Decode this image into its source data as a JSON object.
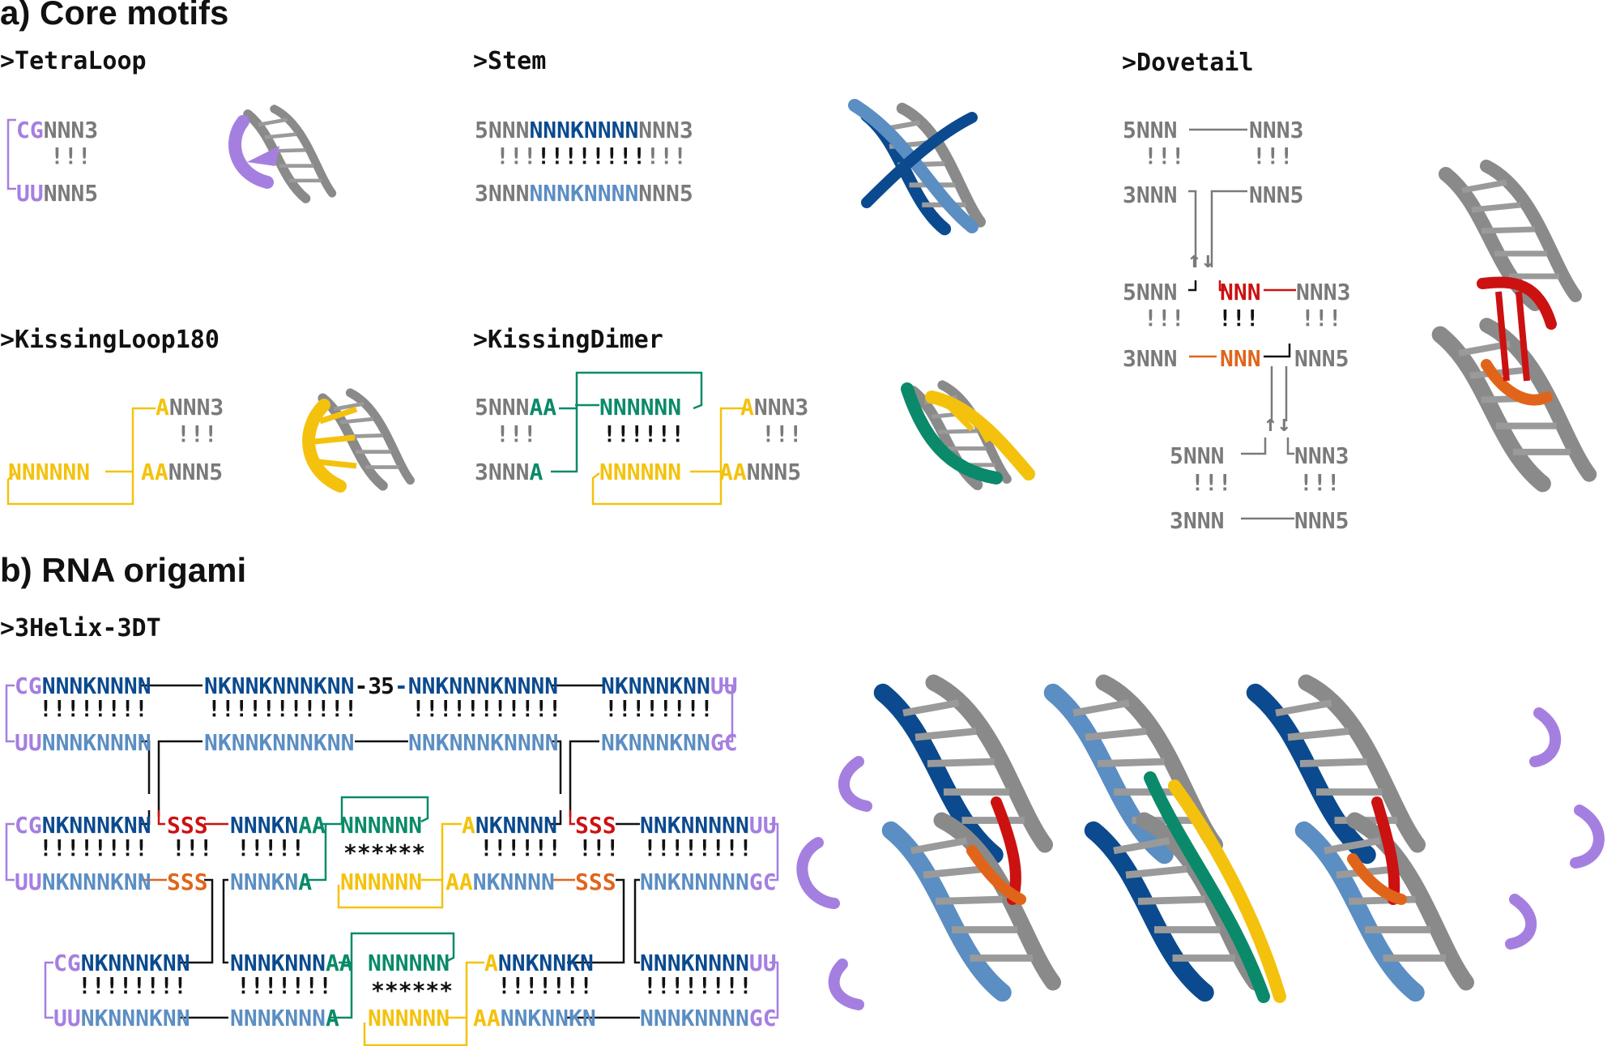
{
  "colors": {
    "grey": "#7a7a7a",
    "purple": "#a57fe0",
    "dark_blue": "#0b4a8e",
    "light_blue": "#5b8ec3",
    "green": "#0a8a6a",
    "yellow": "#f4c20d",
    "red": "#cc1111",
    "orange": "#e0651a",
    "black": "#111111"
  },
  "section_a": {
    "title": "a) Core motifs",
    "motifs": {
      "tetraloop": ">TetraLoop",
      "stem": ">Stem",
      "dovetail": ">Dovetail",
      "kissingloop": ">KissingLoop180",
      "kissingdimer": ">KissingDimer"
    }
  },
  "section_b": {
    "title": "b) RNA origami",
    "motif": ">3Helix-3DT"
  },
  "rendered_structures": [
    {
      "motif": "tetraloop",
      "icon": "rna-3d-structure"
    },
    {
      "motif": "stem",
      "icon": "rna-3d-structure"
    },
    {
      "motif": "kissingloop",
      "icon": "rna-3d-structure"
    },
    {
      "motif": "kissingdimer",
      "icon": "rna-3d-structure"
    },
    {
      "motif": "dovetail",
      "icon": "rna-3d-structure"
    },
    {
      "motif": "3helix",
      "icon": "rna-origami-3d-structure"
    }
  ],
  "seq": {
    "tl_top": [
      [
        "CG",
        "purple"
      ],
      [
        "NNN3",
        "grey"
      ]
    ],
    "tl_bot": [
      [
        "UU",
        "purple"
      ],
      [
        "NNN5",
        "grey"
      ]
    ],
    "tl_pairs": [
      [
        "!!!",
        "grey"
      ]
    ],
    "stem_top": [
      [
        "5NNN",
        "grey"
      ],
      [
        "NNNKNNNN",
        "dark_blue"
      ],
      [
        "NNN3",
        "grey"
      ]
    ],
    "stem_pairs": [
      [
        "!!!",
        "grey"
      ],
      [
        "!!!!!!!!",
        "black"
      ],
      [
        "!!!",
        "grey"
      ]
    ],
    "stem_bot": [
      [
        "3NNN",
        "grey"
      ],
      [
        "NNNKNNNN",
        "light_blue"
      ],
      [
        "NNN5",
        "grey"
      ]
    ],
    "kl_top": [
      [
        "A",
        "yellow"
      ],
      [
        "NNN3",
        "grey"
      ]
    ],
    "kl_pairs": [
      [
        "!!!",
        "grey"
      ]
    ],
    "kl_bot_a": [
      [
        "NNNNNN",
        "yellow"
      ]
    ],
    "kl_bot_b": [
      [
        "AA",
        "yellow"
      ],
      [
        "NNN5",
        "grey"
      ]
    ],
    "kd_top_l": [
      [
        "5NNN",
        "grey"
      ],
      [
        "AA",
        "green"
      ]
    ],
    "kd_top_m": [
      [
        "NNNNNN",
        "green"
      ]
    ],
    "kd_top_r": [
      [
        "A",
        "yellow"
      ],
      [
        "NNN3",
        "grey"
      ]
    ],
    "kd_pairs_l": [
      [
        "!!!",
        "grey"
      ]
    ],
    "kd_pairs_m": [
      [
        "!!!!!!",
        "black"
      ]
    ],
    "kd_pairs_r": [
      [
        "!!!",
        "grey"
      ]
    ],
    "kd_bot_l": [
      [
        "3NNN",
        "grey"
      ],
      [
        "A",
        "green"
      ]
    ],
    "kd_bot_m": [
      [
        "NNNNNN",
        "yellow"
      ]
    ],
    "kd_bot_r": [
      [
        "AA",
        "yellow"
      ],
      [
        "NNN5",
        "grey"
      ]
    ],
    "dt_r1_l": [
      [
        "5NNN",
        "grey"
      ]
    ],
    "dt_r1_r": [
      [
        "NNN3",
        "grey"
      ]
    ],
    "dt_p1_l": [
      [
        "!!!",
        "grey"
      ]
    ],
    "dt_p1_r": [
      [
        "!!!",
        "grey"
      ]
    ],
    "dt_r2_l": [
      [
        "3NNN",
        "grey"
      ]
    ],
    "dt_r2_r": [
      [
        "NNN5",
        "grey"
      ]
    ],
    "dt_arrows1": [
      [
        "↑↓",
        "grey"
      ]
    ],
    "dt_r3_l": [
      [
        "5NNN",
        "grey"
      ]
    ],
    "dt_r3_m": [
      [
        "NNN",
        "red"
      ]
    ],
    "dt_r3_r": [
      [
        "NNN3",
        "grey"
      ]
    ],
    "dt_p3_l": [
      [
        "!!!",
        "grey"
      ]
    ],
    "dt_p3_m": [
      [
        "!!!",
        "black"
      ]
    ],
    "dt_p3_r": [
      [
        "!!!",
        "grey"
      ]
    ],
    "dt_r4_l": [
      [
        "3NNN",
        "grey"
      ]
    ],
    "dt_r4_m": [
      [
        "NNN",
        "orange"
      ]
    ],
    "dt_r4_r": [
      [
        "NNN5",
        "grey"
      ]
    ],
    "dt_arrows2": [
      [
        "↑↓",
        "grey"
      ]
    ],
    "dt_r5_l": [
      [
        "5NNN",
        "grey"
      ]
    ],
    "dt_r5_r": [
      [
        "NNN3",
        "grey"
      ]
    ],
    "dt_p5_l": [
      [
        "!!!",
        "grey"
      ]
    ],
    "dt_p5_r": [
      [
        "!!!",
        "grey"
      ]
    ],
    "dt_r6_l": [
      [
        "3NNN",
        "grey"
      ]
    ],
    "dt_r6_r": [
      [
        "NNN5",
        "grey"
      ]
    ],
    "o_r1_a": [
      [
        "CG",
        "purple"
      ],
      [
        "NNNKNNNN",
        "dark_blue"
      ]
    ],
    "o_r1_b": [
      [
        "NKNNKNNNKNN",
        "dark_blue"
      ],
      [
        "-3",
        "black"
      ]
    ],
    "o_r1_c": [
      [
        "5",
        "black"
      ],
      [
        "-NNKNNNKNNNN",
        "dark_blue"
      ]
    ],
    "o_r1_d": [
      [
        "NKNNNKNN",
        "dark_blue"
      ],
      [
        "UU",
        "purple"
      ]
    ],
    "o_p1_a": [
      [
        "!!!!!!!!",
        "black"
      ]
    ],
    "o_p1_b": [
      [
        "!!!!!!!!!!!",
        "black"
      ]
    ],
    "o_p1_c": [
      [
        "!!!!!!!!!!!",
        "black"
      ]
    ],
    "o_p1_d": [
      [
        "!!!!!!!!",
        "black"
      ]
    ],
    "o_r2_a": [
      [
        "UU",
        "purple"
      ],
      [
        "NNNKNNNN",
        "light_blue"
      ]
    ],
    "o_r2_b": [
      [
        "NKNNKNNNKNN",
        "light_blue"
      ]
    ],
    "o_r2_c": [
      [
        "NNKNNNKNNNN",
        "light_blue"
      ]
    ],
    "o_r2_d": [
      [
        "NKNNNKNN",
        "light_blue"
      ],
      [
        "GC",
        "purple"
      ]
    ],
    "o_r3_a": [
      [
        "CG",
        "purple"
      ],
      [
        "NKNNNKNN",
        "dark_blue"
      ]
    ],
    "o_r3_b": [
      [
        "SSS",
        "red"
      ]
    ],
    "o_r3_c": [
      [
        "NNNKN",
        "dark_blue"
      ],
      [
        "AA",
        "green"
      ]
    ],
    "o_r3_d": [
      [
        "NNNNNN",
        "green"
      ]
    ],
    "o_r3_e": [
      [
        "A",
        "yellow"
      ],
      [
        "NKNNNN",
        "dark_blue"
      ]
    ],
    "o_r3_f": [
      [
        "SSS",
        "red"
      ]
    ],
    "o_r3_g": [
      [
        "NNKNNNNN",
        "dark_blue"
      ],
      [
        "UU",
        "purple"
      ]
    ],
    "o_p3_a": [
      [
        "!!!!!!!!",
        "black"
      ]
    ],
    "o_p3_b": [
      [
        "!!!",
        "black"
      ]
    ],
    "o_p3_c": [
      [
        "!!!!!",
        "black"
      ]
    ],
    "o_p3_d": [
      [
        "******",
        "black"
      ]
    ],
    "o_p3_e": [
      [
        "!!!!!!",
        "black"
      ]
    ],
    "o_p3_f": [
      [
        "!!!",
        "black"
      ]
    ],
    "o_p3_g": [
      [
        "!!!!!!!!",
        "black"
      ]
    ],
    "o_r4_a": [
      [
        "UU",
        "purple"
      ],
      [
        "NKNNNKNN",
        "light_blue"
      ]
    ],
    "o_r4_b": [
      [
        "SSS",
        "orange"
      ]
    ],
    "o_r4_c": [
      [
        "NNNKN",
        "light_blue"
      ],
      [
        "A",
        "green"
      ]
    ],
    "o_r4_d": [
      [
        "NNNNNN",
        "yellow"
      ]
    ],
    "o_r4_e": [
      [
        "AA",
        "yellow"
      ],
      [
        "NKNNNN",
        "light_blue"
      ]
    ],
    "o_r4_f": [
      [
        "SSS",
        "orange"
      ]
    ],
    "o_r4_g": [
      [
        "NNKNNNNN",
        "light_blue"
      ],
      [
        "GC",
        "purple"
      ]
    ],
    "o_r5_a": [
      [
        "CG",
        "purple"
      ],
      [
        "NKNNNKNN",
        "dark_blue"
      ]
    ],
    "o_r5_b": [
      [
        "NNNKNNN",
        "dark_blue"
      ],
      [
        "AA",
        "green"
      ]
    ],
    "o_r5_c": [
      [
        "NNNNNN",
        "green"
      ]
    ],
    "o_r5_d": [
      [
        "A",
        "yellow"
      ],
      [
        "NNKNNKN",
        "dark_blue"
      ]
    ],
    "o_r5_e": [
      [
        "NNNKNNNN",
        "dark_blue"
      ],
      [
        "UU",
        "purple"
      ]
    ],
    "o_p5_a": [
      [
        "!!!!!!!!",
        "black"
      ]
    ],
    "o_p5_b": [
      [
        "!!!!!!!",
        "black"
      ]
    ],
    "o_p5_c": [
      [
        "******",
        "black"
      ]
    ],
    "o_p5_d": [
      [
        "!!!!!!!",
        "black"
      ]
    ],
    "o_p5_e": [
      [
        "!!!!!!!!",
        "black"
      ]
    ],
    "o_r6_a": [
      [
        "UU",
        "purple"
      ],
      [
        "NKNNNKNN",
        "light_blue"
      ]
    ],
    "o_r6_b": [
      [
        "NNNKNNN",
        "light_blue"
      ],
      [
        "A",
        "green"
      ]
    ],
    "o_r6_c": [
      [
        "NNNNNN",
        "yellow"
      ]
    ],
    "o_r6_d": [
      [
        "AA",
        "yellow"
      ],
      [
        "NNKNNKN",
        "light_blue"
      ]
    ],
    "o_r6_e": [
      [
        "NNNKNNNN",
        "light_blue"
      ],
      [
        "GC",
        "purple"
      ]
    ]
  }
}
